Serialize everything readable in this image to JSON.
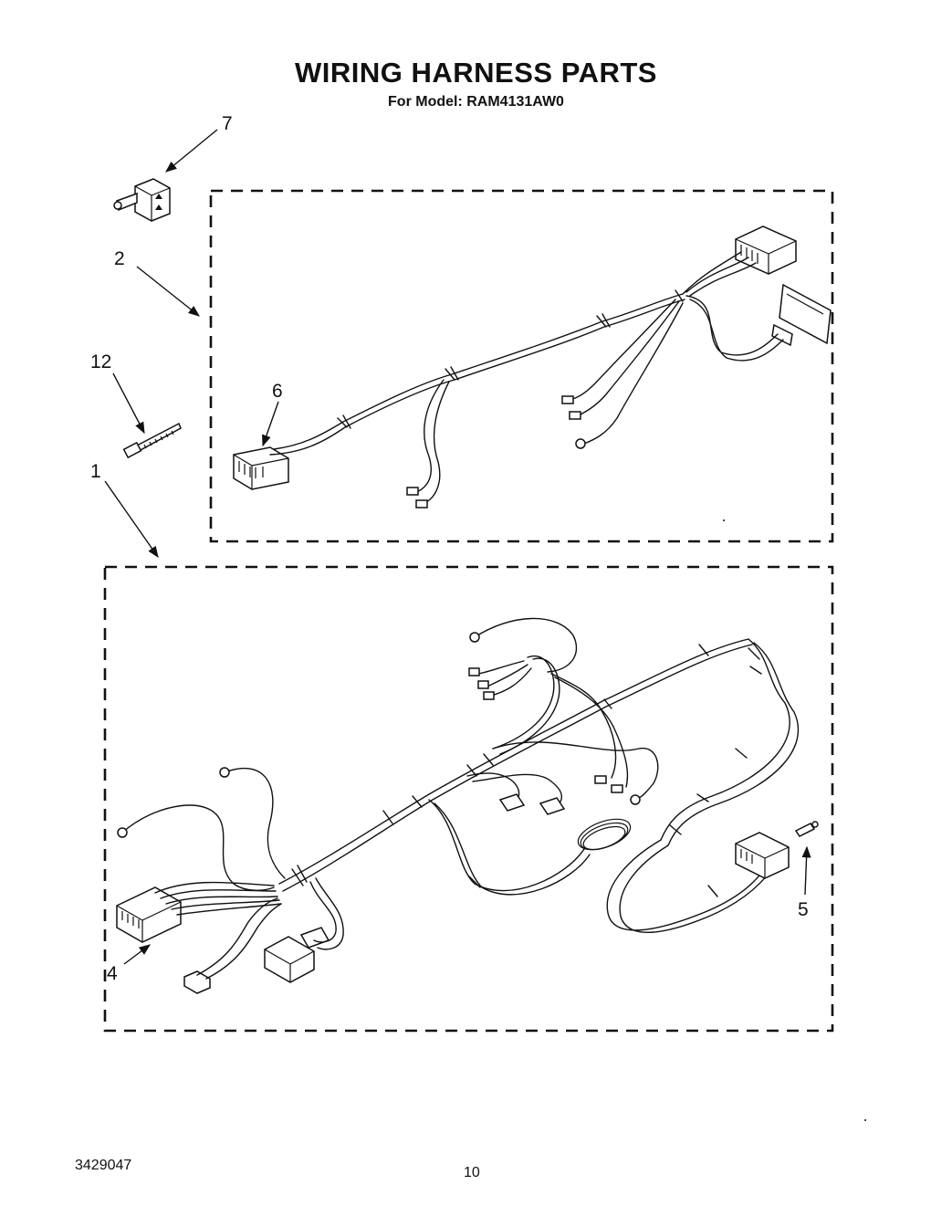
{
  "title": "WIRING HARNESS PARTS",
  "subtitle": "For Model: RAM4131AW0",
  "callouts": {
    "c7": "7",
    "c2": "2",
    "c12": "12",
    "c6": "6",
    "c1": "1",
    "c4": "4",
    "c5": "5"
  },
  "footer": {
    "doc_number": "3429047",
    "page_number": "10"
  }
}
